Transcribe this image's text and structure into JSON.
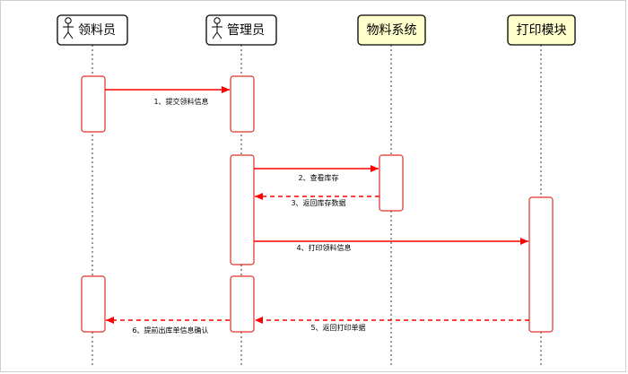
{
  "diagram": {
    "participants": [
      {
        "id": "p1",
        "label": "领料员",
        "kind": "actor",
        "fill": "#ffffff"
      },
      {
        "id": "p2",
        "label": "管理员",
        "kind": "actor",
        "fill": "#ffffff"
      },
      {
        "id": "p3",
        "label": "物料系统",
        "kind": "system",
        "fill": "#ffffcc"
      },
      {
        "id": "p4",
        "label": "打印模块",
        "kind": "system",
        "fill": "#ffffcc"
      }
    ],
    "messages": [
      {
        "label": "1、提交领料信息",
        "from": "p1",
        "to": "p2",
        "style": "solid"
      },
      {
        "label": "2、查看库存",
        "from": "p2",
        "to": "p3",
        "style": "solid"
      },
      {
        "label": "3、返回库存数据",
        "from": "p3",
        "to": "p2",
        "style": "dashed"
      },
      {
        "label": "4、打印领料信息",
        "from": "p2",
        "to": "p4",
        "style": "solid"
      },
      {
        "label": "5、返回打印单据",
        "from": "p4",
        "to": "p2",
        "style": "dashed"
      },
      {
        "label": "6、提前出库单信息确认",
        "from": "p2",
        "to": "p1",
        "style": "dashed"
      }
    ],
    "colors": {
      "arrow": "#ff0000",
      "activation_border": "#e0302a",
      "lifeline": "#333333"
    }
  }
}
